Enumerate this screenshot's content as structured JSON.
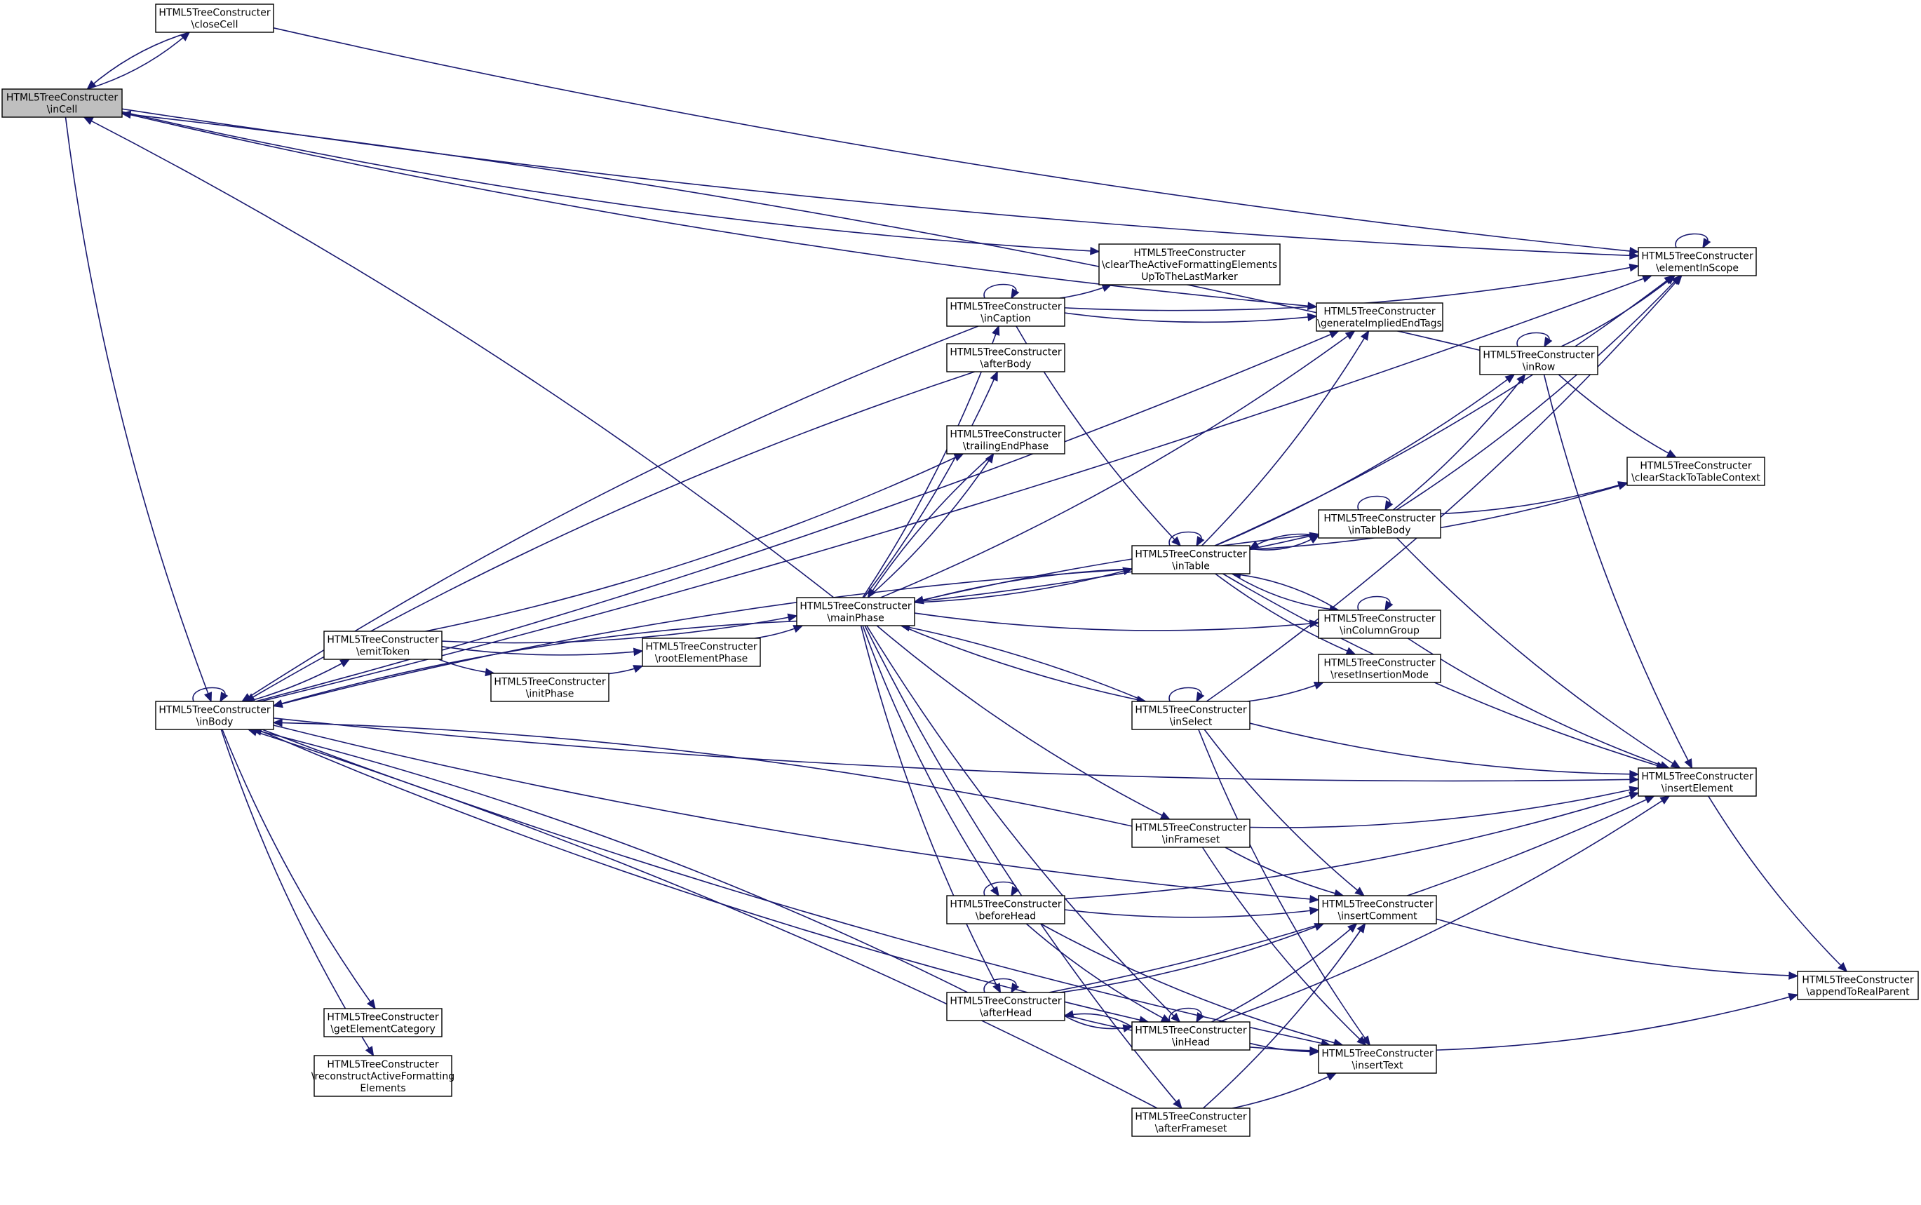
{
  "graph": {
    "edge_color": "#191970",
    "highlight_fill": "#bfbfbf",
    "nodes": [
      {
        "id": "inCell",
        "lines": [
          "HTML5TreeConstructer",
          "\\inCell"
        ],
        "highlighted": true
      },
      {
        "id": "closeCell",
        "lines": [
          "HTML5TreeConstructer",
          "\\closeCell"
        ]
      },
      {
        "id": "elementInScope",
        "lines": [
          "HTML5TreeConstructer",
          "\\elementInScope"
        ]
      },
      {
        "id": "clearActive",
        "lines": [
          "HTML5TreeConstructer",
          "\\clearTheActiveFormattingElements",
          "UpToTheLastMarker"
        ]
      },
      {
        "id": "inCaption",
        "lines": [
          "HTML5TreeConstructer",
          "\\inCaption"
        ]
      },
      {
        "id": "generateImplied",
        "lines": [
          "HTML5TreeConstructer",
          "\\generateImpliedEndTags"
        ]
      },
      {
        "id": "afterBody",
        "lines": [
          "HTML5TreeConstructer",
          "\\afterBody"
        ]
      },
      {
        "id": "inRow",
        "lines": [
          "HTML5TreeConstructer",
          "\\inRow"
        ]
      },
      {
        "id": "trailingEnd",
        "lines": [
          "HTML5TreeConstructer",
          "\\trailingEndPhase"
        ]
      },
      {
        "id": "clearStack",
        "lines": [
          "HTML5TreeConstructer",
          "\\clearStackToTableContext"
        ]
      },
      {
        "id": "inTableBody",
        "lines": [
          "HTML5TreeConstructer",
          "\\inTableBody"
        ]
      },
      {
        "id": "inTable",
        "lines": [
          "HTML5TreeConstructer",
          "\\inTable"
        ]
      },
      {
        "id": "mainPhase",
        "lines": [
          "HTML5TreeConstructer",
          "\\mainPhase"
        ]
      },
      {
        "id": "emitToken",
        "lines": [
          "HTML5TreeConstructer",
          "\\emitToken"
        ]
      },
      {
        "id": "rootElement",
        "lines": [
          "HTML5TreeConstructer",
          "\\rootElementPhase"
        ]
      },
      {
        "id": "inColumnGroup",
        "lines": [
          "HTML5TreeConstructer",
          "\\inColumnGroup"
        ]
      },
      {
        "id": "resetInsertion",
        "lines": [
          "HTML5TreeConstructer",
          "\\resetInsertionMode"
        ]
      },
      {
        "id": "initPhase",
        "lines": [
          "HTML5TreeConstructer",
          "\\initPhase"
        ]
      },
      {
        "id": "inBody",
        "lines": [
          "HTML5TreeConstructer",
          "\\inBody"
        ]
      },
      {
        "id": "inSelect",
        "lines": [
          "HTML5TreeConstructer",
          "\\inSelect"
        ]
      },
      {
        "id": "insertElement",
        "lines": [
          "HTML5TreeConstructer",
          "\\insertElement"
        ]
      },
      {
        "id": "inFrameset",
        "lines": [
          "HTML5TreeConstructer",
          "\\inFrameset"
        ]
      },
      {
        "id": "beforeHead",
        "lines": [
          "HTML5TreeConstructer",
          "\\beforeHead"
        ]
      },
      {
        "id": "insertComment",
        "lines": [
          "HTML5TreeConstructer",
          "\\insertComment"
        ]
      },
      {
        "id": "appendToReal",
        "lines": [
          "HTML5TreeConstructer",
          "\\appendToRealParent"
        ]
      },
      {
        "id": "afterHead",
        "lines": [
          "HTML5TreeConstructer",
          "\\afterHead"
        ]
      },
      {
        "id": "getElementCategory",
        "lines": [
          "HTML5TreeConstructer",
          "\\getElementCategory"
        ]
      },
      {
        "id": "inHead",
        "lines": [
          "HTML5TreeConstructer",
          "\\inHead"
        ]
      },
      {
        "id": "insertText",
        "lines": [
          "HTML5TreeConstructer",
          "\\insertText"
        ]
      },
      {
        "id": "reconstruct",
        "lines": [
          "HTML5TreeConstructer",
          "\\reconstructActiveFormatting",
          "Elements"
        ]
      },
      {
        "id": "afterFrameset",
        "lines": [
          "HTML5TreeConstructer",
          "\\afterFrameset"
        ]
      }
    ],
    "edges": [
      [
        "inCell",
        "closeCell"
      ],
      [
        "closeCell",
        "inCell"
      ],
      [
        "closeCell",
        "elementInScope"
      ],
      [
        "inCell",
        "elementInScope"
      ],
      [
        "inCell",
        "generateImplied"
      ],
      [
        "inCell",
        "clearActive"
      ],
      [
        "inCell",
        "inBody"
      ],
      [
        "inRow",
        "inCell"
      ],
      [
        "mainPhase",
        "inCell"
      ],
      [
        "inBody",
        "inBody"
      ],
      [
        "inBody",
        "elementInScope"
      ],
      [
        "inBody",
        "generateImplied"
      ],
      [
        "inBody",
        "emitToken"
      ],
      [
        "inBody",
        "insertElement"
      ],
      [
        "inBody",
        "insertComment"
      ],
      [
        "inBody",
        "inHead"
      ],
      [
        "inBody",
        "getElementCategory"
      ],
      [
        "inBody",
        "reconstruct"
      ],
      [
        "inBody",
        "insertText"
      ],
      [
        "inCaption",
        "inBody"
      ],
      [
        "afterBody",
        "inBody"
      ],
      [
        "inTable",
        "inBody"
      ],
      [
        "mainPhase",
        "inBody"
      ],
      [
        "inFrameset",
        "inBody"
      ],
      [
        "afterHead",
        "inBody"
      ],
      [
        "afterFrameset",
        "inBody"
      ],
      [
        "emitToken",
        "mainPhase"
      ],
      [
        "emitToken",
        "rootElement"
      ],
      [
        "emitToken",
        "initPhase"
      ],
      [
        "emitToken",
        "trailingEnd"
      ],
      [
        "initPhase",
        "rootElement"
      ],
      [
        "rootElement",
        "mainPhase"
      ],
      [
        "mainPhase",
        "inCaption"
      ],
      [
        "mainPhase",
        "afterBody"
      ],
      [
        "mainPhase",
        "trailingEnd"
      ],
      [
        "trailingEnd",
        "mainPhase"
      ],
      [
        "mainPhase",
        "generateImplied"
      ],
      [
        "mainPhase",
        "inTable"
      ],
      [
        "inTable",
        "mainPhase"
      ],
      [
        "mainPhase",
        "inTableBody"
      ],
      [
        "inTableBody",
        "mainPhase"
      ],
      [
        "mainPhase",
        "inColumnGroup"
      ],
      [
        "mainPhase",
        "inSelect"
      ],
      [
        "inSelect",
        "mainPhase"
      ],
      [
        "mainPhase",
        "inFrameset"
      ],
      [
        "mainPhase",
        "beforeHead"
      ],
      [
        "mainPhase",
        "afterHead"
      ],
      [
        "mainPhase",
        "inHead"
      ],
      [
        "mainPhase",
        "afterFrameset"
      ],
      [
        "inCaption",
        "inCaption"
      ],
      [
        "inCaption",
        "clearActive"
      ],
      [
        "inCaption",
        "elementInScope"
      ],
      [
        "inCaption",
        "generateImplied"
      ],
      [
        "inCaption",
        "inTable"
      ],
      [
        "inRow",
        "inRow"
      ],
      [
        "inRow",
        "elementInScope"
      ],
      [
        "inRow",
        "clearStack"
      ],
      [
        "inRow",
        "insertElement"
      ],
      [
        "inTable",
        "inTable"
      ],
      [
        "inTable",
        "elementInScope"
      ],
      [
        "inTable",
        "generateImplied"
      ],
      [
        "inTable",
        "inRow"
      ],
      [
        "inTable",
        "inTableBody"
      ],
      [
        "inTable",
        "inColumnGroup"
      ],
      [
        "inTable",
        "resetInsertion"
      ],
      [
        "inTable",
        "clearStack"
      ],
      [
        "inTable",
        "insertElement"
      ],
      [
        "inTableBody",
        "inTableBody"
      ],
      [
        "inTableBody",
        "inTable"
      ],
      [
        "inTableBody",
        "inRow"
      ],
      [
        "inTableBody",
        "elementInScope"
      ],
      [
        "inTableBody",
        "clearStack"
      ],
      [
        "inTableBody",
        "insertElement"
      ],
      [
        "inColumnGroup",
        "inColumnGroup"
      ],
      [
        "inColumnGroup",
        "inTable"
      ],
      [
        "inColumnGroup",
        "insertElement"
      ],
      [
        "inSelect",
        "inSelect"
      ],
      [
        "inSelect",
        "resetInsertion"
      ],
      [
        "inSelect",
        "elementInScope"
      ],
      [
        "inSelect",
        "insertElement"
      ],
      [
        "inSelect",
        "insertComment"
      ],
      [
        "inSelect",
        "insertText"
      ],
      [
        "inFrameset",
        "insertElement"
      ],
      [
        "inFrameset",
        "insertComment"
      ],
      [
        "inFrameset",
        "insertText"
      ],
      [
        "beforeHead",
        "beforeHead"
      ],
      [
        "beforeHead",
        "insertElement"
      ],
      [
        "beforeHead",
        "insertComment"
      ],
      [
        "beforeHead",
        "inHead"
      ],
      [
        "beforeHead",
        "insertText"
      ],
      [
        "afterHead",
        "afterHead"
      ],
      [
        "afterHead",
        "insertComment"
      ],
      [
        "afterHead",
        "inHead"
      ],
      [
        "inHead",
        "afterHead"
      ],
      [
        "afterHead",
        "insertText"
      ],
      [
        "afterHead",
        "insertElement"
      ],
      [
        "inHead",
        "inHead"
      ],
      [
        "inHead",
        "insertComment"
      ],
      [
        "inHead",
        "insertElement"
      ],
      [
        "inHead",
        "insertText"
      ],
      [
        "afterFrameset",
        "insertComment"
      ],
      [
        "afterFrameset",
        "insertText"
      ],
      [
        "insertElement",
        "appendToReal"
      ],
      [
        "insertComment",
        "appendToReal"
      ],
      [
        "insertText",
        "appendToReal"
      ],
      [
        "elementInScope",
        "elementInScope"
      ]
    ]
  }
}
